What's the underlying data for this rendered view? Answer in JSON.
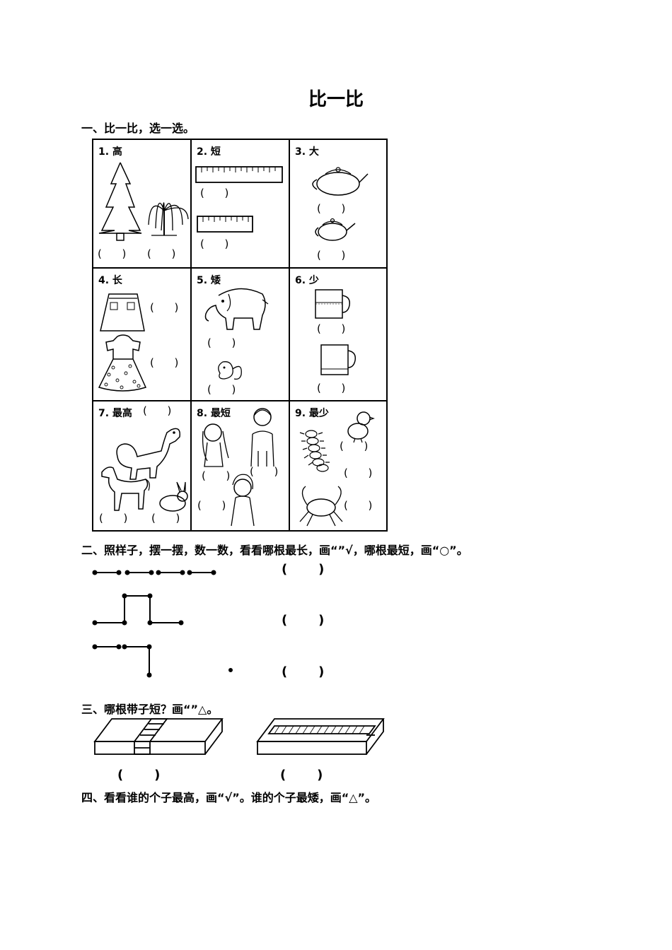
{
  "title": "比一比",
  "section1": {
    "heading": "一、比一比，选一选。",
    "cells": [
      {
        "label": "1. 高",
        "answers": [
          "(      )",
          "(      )"
        ]
      },
      {
        "label": "2. 短",
        "answers": [
          "(      )",
          "(      )"
        ]
      },
      {
        "label": "3. 大",
        "answers": [
          "(      )",
          "(      )"
        ]
      },
      {
        "label": "4. 长",
        "answers": [
          "(      )",
          "(      )"
        ]
      },
      {
        "label": "5. 矮",
        "answers": [
          "(      )",
          "(      )"
        ]
      },
      {
        "label": "6. 少",
        "answers": [
          "(      )",
          "(      )"
        ]
      },
      {
        "label": "7. 最高",
        "answers": [
          "(      )",
          "(      )",
          "(      )"
        ]
      },
      {
        "label": "8. 最短",
        "answers": [
          "(      )",
          "(      )",
          "(      )"
        ]
      },
      {
        "label": "9. 最少",
        "answers": [
          "(      )",
          "(      )",
          "(      )"
        ]
      }
    ],
    "icons": [
      "tree-icon",
      "willow-icon",
      "ruler-icon",
      "teapot-icon",
      "skirt-icon",
      "dress-icon",
      "elephant-icon",
      "squirrel-icon",
      "cup-icon",
      "dinosaur-icon",
      "horse-icon",
      "rabbit-icon",
      "girl-icon",
      "boy-icon",
      "chick-icon",
      "centipede-icon",
      "crab-icon"
    ]
  },
  "section2": {
    "heading": "二、照样子，摆一摆，数一数，看看哪根最长，画“”√，哪根最短，画“○”。",
    "answers": [
      "(       )",
      "(       )",
      "(       )"
    ]
  },
  "section3": {
    "heading": "三、哪根带子短？画“”△。",
    "answers": [
      "(       )",
      "(       )"
    ]
  },
  "section4": {
    "heading": "四、看看谁的个子最高，画“√”。谁的个子最矮，画“△”。"
  }
}
